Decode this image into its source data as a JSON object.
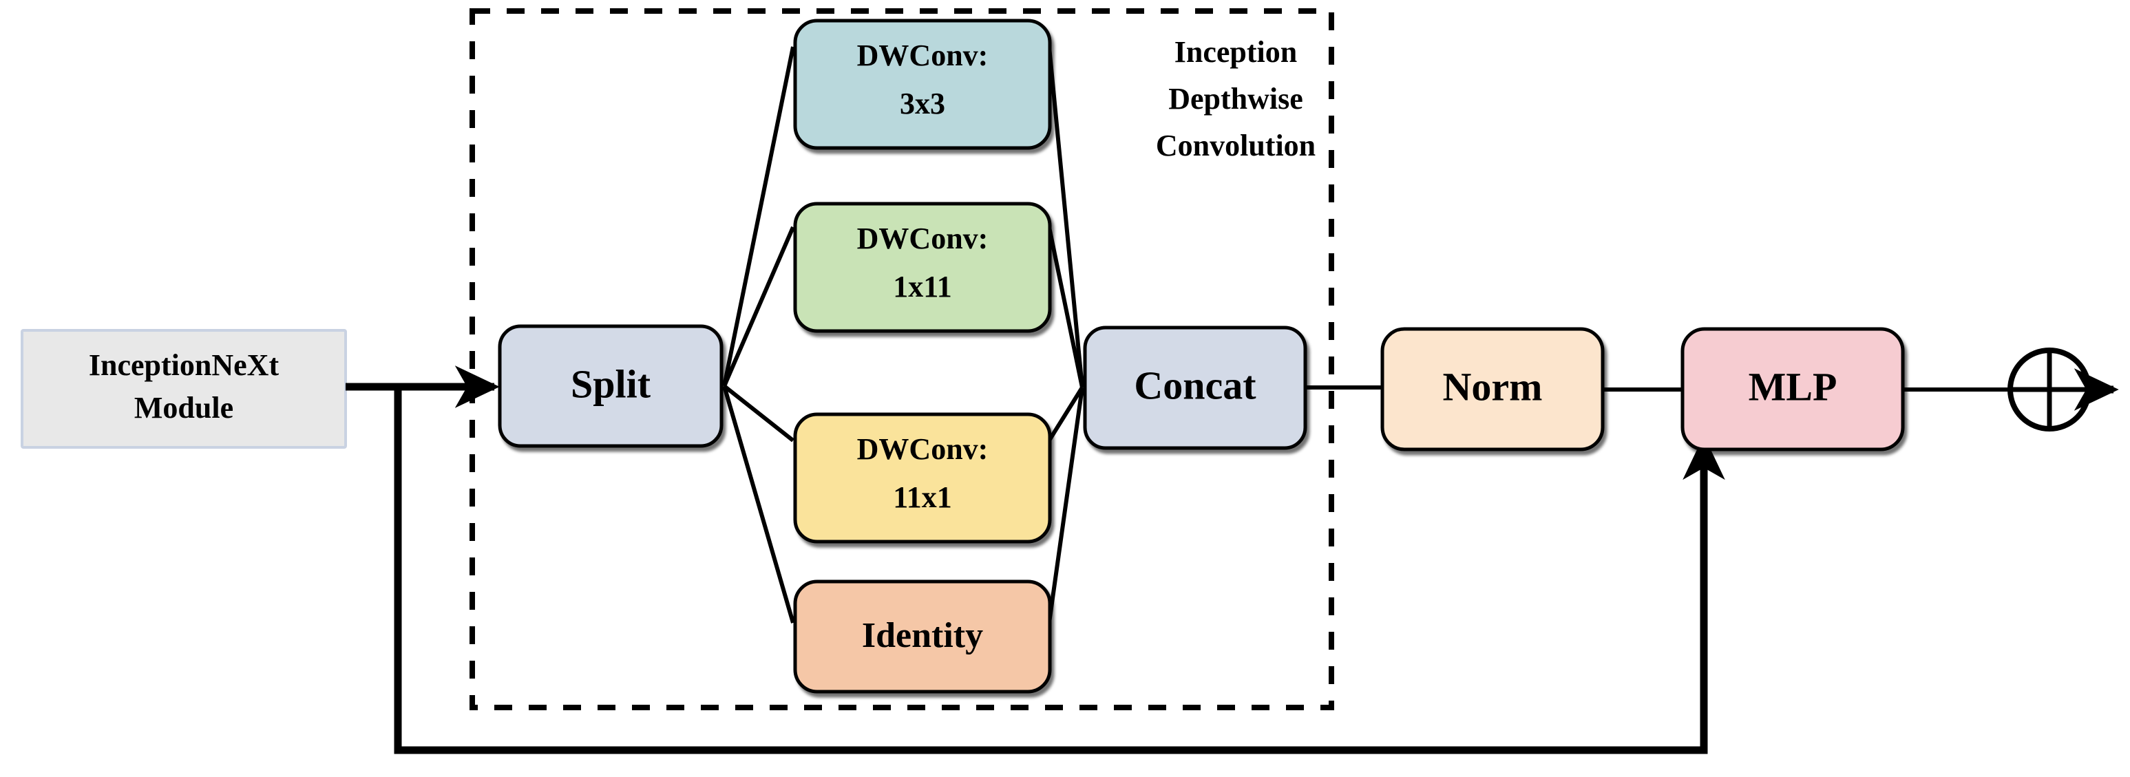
{
  "diagram": {
    "title": "InceptionNeXt Module",
    "module_box": {
      "label_line1": "InceptionNeXt",
      "label_line2": "Module",
      "fill": "#e8e8e8",
      "border": "#c9d2e2"
    },
    "group": {
      "caption_line1": "Inception",
      "caption_line2": "Depthwise",
      "caption_line3": "Convolution",
      "border_style": "dashed",
      "border_color": "#000000"
    },
    "nodes": {
      "split": {
        "label": "Split",
        "fill": "#d3dae7"
      },
      "branch1": {
        "label_line1": "DWConv:",
        "label_line2": "3x3",
        "fill": "#b9d8dc"
      },
      "branch2": {
        "label_line1": "DWConv:",
        "label_line2": "1x11",
        "fill": "#c9e3b6"
      },
      "branch3": {
        "label_line1": "DWConv:",
        "label_line2": "11x1",
        "fill": "#fae39b"
      },
      "branch4": {
        "label_line1": "Identity",
        "label_line2": "",
        "fill": "#f5c7a7"
      },
      "concat": {
        "label": "Concat",
        "fill": "#d3dae7"
      },
      "norm": {
        "label": "Norm",
        "fill": "#fce5cd"
      },
      "mlp": {
        "label": "MLP",
        "fill": "#f6ccd1"
      },
      "add": {
        "label": "",
        "symbol": "plus-circle",
        "fill": "#ffffff"
      }
    },
    "edges": [
      {
        "from": "module_box",
        "to": "split",
        "style": "arrow"
      },
      {
        "from": "split",
        "to": "branch1",
        "style": "line"
      },
      {
        "from": "split",
        "to": "branch2",
        "style": "line"
      },
      {
        "from": "split",
        "to": "branch3",
        "style": "line"
      },
      {
        "from": "split",
        "to": "branch4",
        "style": "line"
      },
      {
        "from": "branch1",
        "to": "concat",
        "style": "line"
      },
      {
        "from": "branch2",
        "to": "concat",
        "style": "line"
      },
      {
        "from": "branch3",
        "to": "concat",
        "style": "line"
      },
      {
        "from": "branch4",
        "to": "concat",
        "style": "line"
      },
      {
        "from": "concat",
        "to": "norm",
        "style": "line"
      },
      {
        "from": "norm",
        "to": "mlp",
        "style": "line"
      },
      {
        "from": "mlp",
        "to": "add",
        "style": "line"
      },
      {
        "from": "add",
        "to": "output",
        "style": "arrow"
      },
      {
        "from": "input",
        "to": "add",
        "style": "skip-arrow"
      }
    ]
  }
}
